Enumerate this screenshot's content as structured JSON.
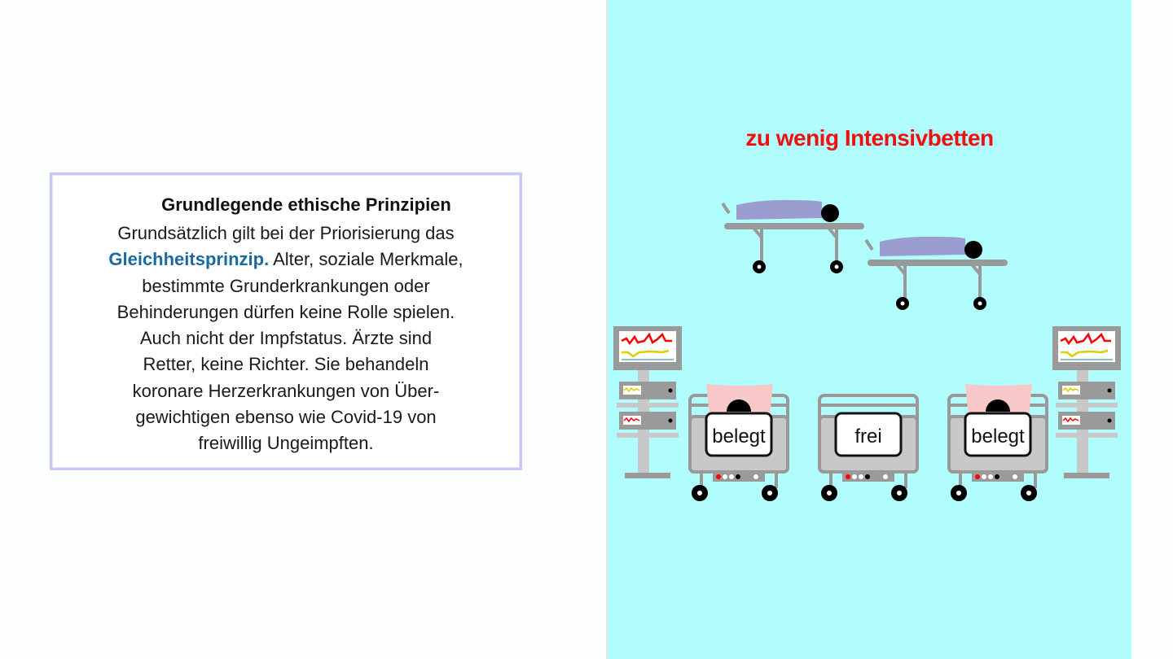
{
  "infobox": {
    "heading": "Grundlegende ethische Prinzipien",
    "line1": "Grundsätzlich gilt bei der Priorisierung das",
    "line2_highlight": "Gleichheitsprinzip.",
    "line2_rest": " Alter, soziale Merkmale,",
    "lines": [
      "bestimmte Grunderkrankungen oder",
      "Behinderungen dürfen keine Rolle spielen.",
      "Auch nicht der Impfstatus. Ärzte sind",
      "Retter, keine Richter. Sie behandeln",
      "koronare Herzerkrankungen von Über-",
      "gewichtigen ebenso wie Covid-19 von",
      "freiwillig Ungeimpften."
    ],
    "highlight_color": "#1a6aa0"
  },
  "illustration": {
    "title": "zu wenig Intensivbetten",
    "title_color": "#f01010",
    "background": "#b1fdfd",
    "beds": [
      {
        "label": "belegt",
        "occupied": true
      },
      {
        "label": "frei",
        "occupied": false
      },
      {
        "label": "belegt",
        "occupied": true
      }
    ]
  }
}
